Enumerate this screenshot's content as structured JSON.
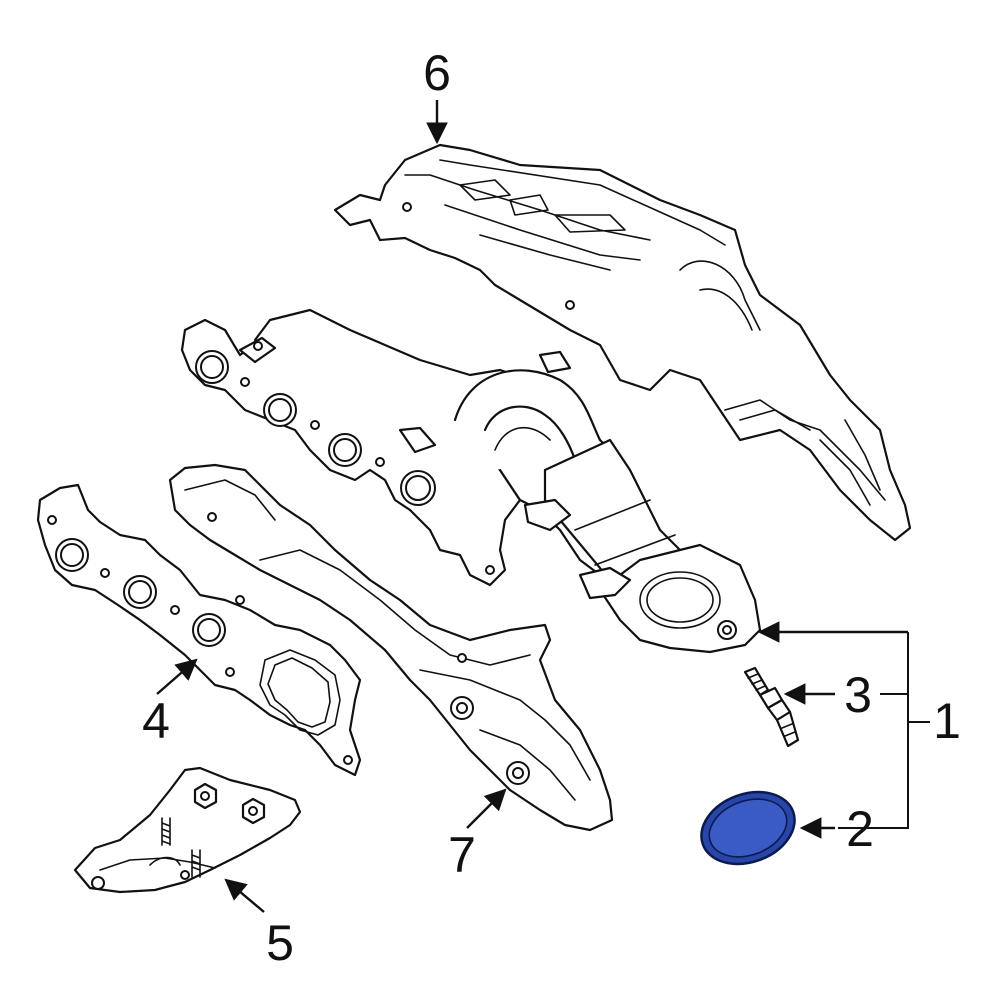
{
  "callouts": [
    {
      "id": "1",
      "label": "1"
    },
    {
      "id": "2",
      "label": "2"
    },
    {
      "id": "3",
      "label": "3"
    },
    {
      "id": "4",
      "label": "4"
    },
    {
      "id": "5",
      "label": "5"
    },
    {
      "id": "6",
      "label": "6"
    },
    {
      "id": "7",
      "label": "7"
    }
  ],
  "colors": {
    "highlight": "#2846a8",
    "highlight_dark": "#0c1a50",
    "line": "#111111",
    "background": "#ffffff"
  }
}
